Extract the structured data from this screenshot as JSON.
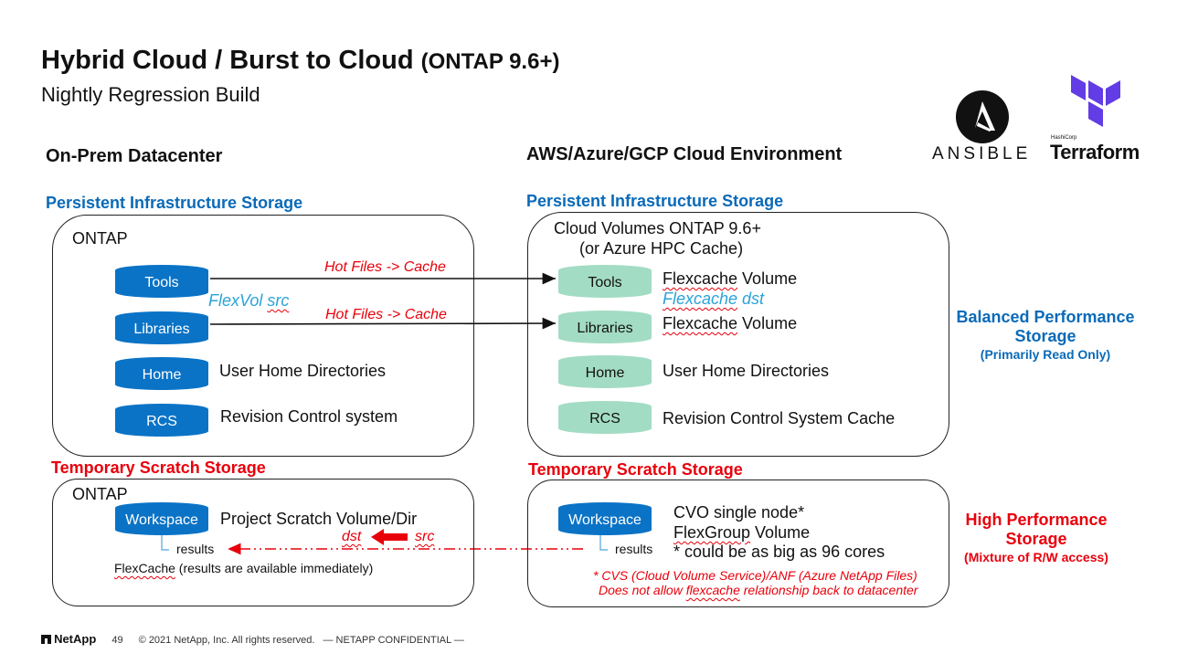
{
  "title": {
    "main": "Hybrid Cloud / Burst to Cloud",
    "version": "(ONTAP 9.6+)"
  },
  "subtitle": "Nightly Regression Build",
  "logos": {
    "ansible": "ANSIBLE",
    "terraform_brand": "HashiCorp",
    "terraform": "Terraform"
  },
  "onprem": {
    "heading": "On-Prem Datacenter",
    "persistent_heading": "Persistent Infrastructure Storage",
    "persistent_box_label": "ONTAP",
    "volumes": [
      "Tools",
      "Libraries",
      "Home",
      "RCS"
    ],
    "flexvol_prefix": "FlexVol",
    "flexvol_suffix": "src",
    "home_desc": "User Home Directories",
    "rcs_desc": "Revision Control system",
    "scratch_heading": "Temporary Scratch Storage",
    "scratch_box_label": "ONTAP",
    "workspace": "Workspace",
    "workspace_desc": "Project Scratch Volume/Dir",
    "results": "results",
    "flexcache_word": "FlexCache",
    "flexcache_note": " (results are available immediately)",
    "dst": "dst",
    "src": "src"
  },
  "arrows": {
    "tools_label": "Hot Files -> Cache",
    "libraries_label": "Hot Files -> Cache"
  },
  "cloud": {
    "heading": "AWS/Azure/GCP Cloud Environment",
    "persistent_heading": "Persistent Infrastructure Storage",
    "box_line1": "Cloud Volumes ONTAP 9.6+",
    "box_line2": "(or Azure HPC Cache)",
    "volumes": [
      "Tools",
      "Libraries",
      "Home",
      "RCS"
    ],
    "flexcache_word": "Flexcache",
    "volume_word": " Volume",
    "flexcache_dst_word": "Flexcache",
    "flexcache_dst_suffix": " dst",
    "home_desc": "User Home Directories",
    "rcs_desc": "Revision Control System Cache",
    "scratch_heading": "Temporary Scratch Storage",
    "workspace": "Workspace",
    "results": "results",
    "cvo_line1": "CVO single node*",
    "cvo_flexgroup": "FlexGroup",
    "cvo_line2_suffix": " Volume",
    "cvo_line3": "* could be as big as 96 cores",
    "cvs_note1": "* CVS (Cloud Volume Service)/ANF (Azure NetApp Files)",
    "cvs_note2_prefix": "Does not allow ",
    "cvs_note2_word": "flexcache",
    "cvs_note2_suffix": " relationship back to datacenter"
  },
  "side": {
    "balanced_line1": "Balanced Performance",
    "balanced_line2": "Storage",
    "balanced_line3": "(Primarily Read Only)",
    "high_line1": "High Performance",
    "high_line2": "Storage",
    "high_line3": "(Mixture of R/W access)"
  },
  "footer": {
    "brand": "NetApp",
    "page": "49",
    "copyright": "© 2021 NetApp, Inc. All rights reserved.",
    "confidential": "— NETAPP CONFIDENTIAL —"
  },
  "colors": {
    "blue_cylinder": "#0a73c6",
    "green_cylinder": "#a3dcc4",
    "red": "#e8000b",
    "blue_text": "#0a6ab8",
    "cyan_text": "#2aa3d8"
  }
}
